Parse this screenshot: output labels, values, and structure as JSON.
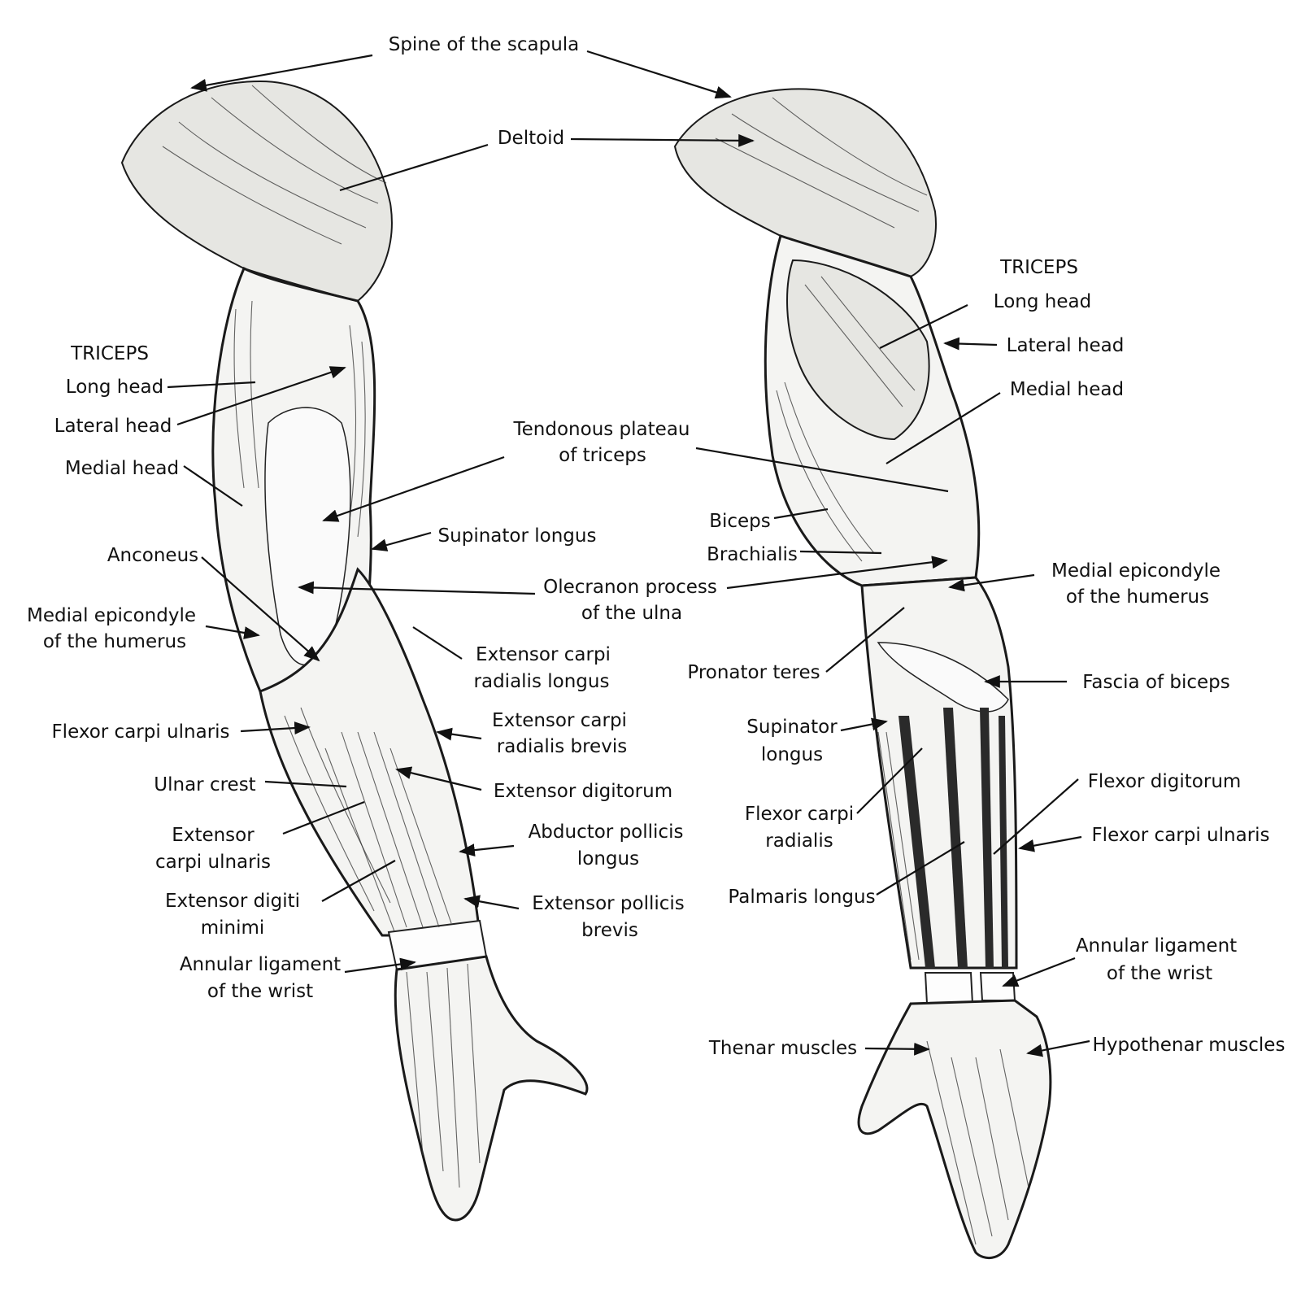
{
  "labels": {
    "spine_of_scapula": "Spine of the scapula",
    "deltoid": "Deltoid",
    "left_triceps_heading": "TRICEPS",
    "left_long_head": "Long head",
    "left_lateral_head": "Lateral head",
    "left_medial_head": "Medial head",
    "tendonous_plateau_1": "Tendonous plateau",
    "tendonous_plateau_2": "of triceps",
    "supinator_longus_left": "Supinator longus",
    "anconeus": "Anconeus",
    "olecranon_1": "Olecranon process",
    "olecranon_2": "of the ulna",
    "medial_epicondyle_left_1": "Medial epicondyle",
    "medial_epicondyle_left_2": "of the humerus",
    "ext_carpi_rad_longus_1": "Extensor carpi",
    "ext_carpi_rad_longus_2": "radialis longus",
    "flexor_carpi_ulnaris_left": "Flexor carpi ulnaris",
    "ext_carpi_rad_brevis_1": "Extensor carpi",
    "ext_carpi_rad_brevis_2": "radialis brevis",
    "ulnar_crest": "Ulnar crest",
    "extensor_digitorum": "Extensor digitorum",
    "ext_carpi_ulnaris_1": "Extensor",
    "ext_carpi_ulnaris_2": "carpi ulnaris",
    "abductor_pollicis_1": "Abductor pollicis",
    "abductor_pollicis_2": "longus",
    "ext_digiti_minimi_1": "Extensor digiti",
    "ext_digiti_minimi_2": "minimi",
    "ext_pollicis_brevis_1": "Extensor pollicis",
    "ext_pollicis_brevis_2": "brevis",
    "annular_left_1": "Annular ligament",
    "annular_left_2": "of the wrist",
    "right_triceps_heading": "TRICEPS",
    "right_long_head": "Long head",
    "right_lateral_head": "Lateral head",
    "right_medial_head": "Medial head",
    "biceps": "Biceps",
    "brachialis": "Brachialis",
    "medial_epicondyle_right_1": "Medial epicondyle",
    "medial_epicondyle_right_2": "of the humerus",
    "pronator_teres": "Pronator teres",
    "fascia_of_biceps": "Fascia of biceps",
    "supinator_right_1": "Supinator",
    "supinator_right_2": "longus",
    "flexor_digitorum": "Flexor digitorum",
    "flexor_carpi_radialis_1": "Flexor carpi",
    "flexor_carpi_radialis_2": "radialis",
    "flexor_carpi_ulnaris_right": "Flexor carpi ulnaris",
    "palmaris_longus": "Palmaris longus",
    "annular_right_1": "Annular ligament",
    "annular_right_2": "of the wrist",
    "thenar_muscles": "Thenar muscles",
    "hypothenar_muscles": "Hypothenar muscles"
  }
}
